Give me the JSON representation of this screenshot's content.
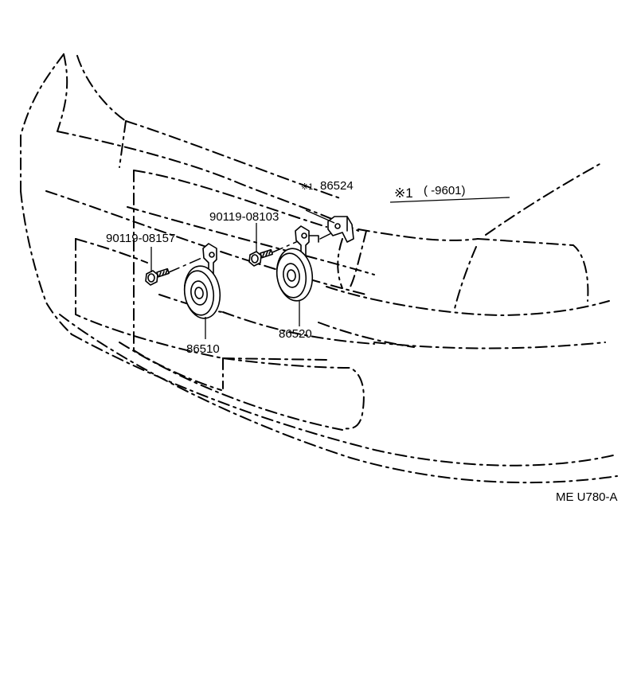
{
  "parts": {
    "horn_low": "86510",
    "horn_high": "86520",
    "bracket": "86524",
    "bracket_mark": "※1",
    "bolt_a": "90119-08157",
    "bolt_b": "90119-08103"
  },
  "note": {
    "mark": "※1",
    "range": "(      -9601)"
  },
  "figure_code": "ME U780-A"
}
